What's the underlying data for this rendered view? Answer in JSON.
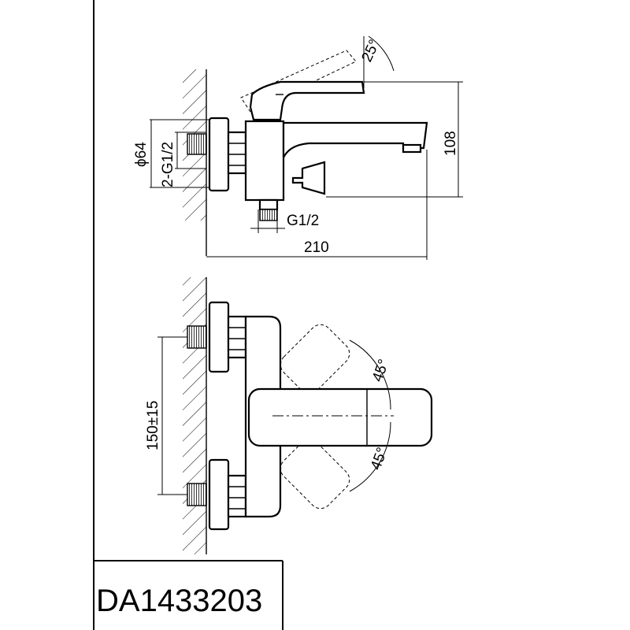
{
  "side_view": {
    "angle_handle": "25°",
    "diameter": "ϕ64",
    "thread_inlet": "2-G1/2",
    "height": "108",
    "outlet_thread": "G1/2",
    "width": "210"
  },
  "top_view": {
    "spacing": "150±15",
    "angle_upper": "45°",
    "angle_lower": "45°"
  },
  "product_code": "DA1433203"
}
